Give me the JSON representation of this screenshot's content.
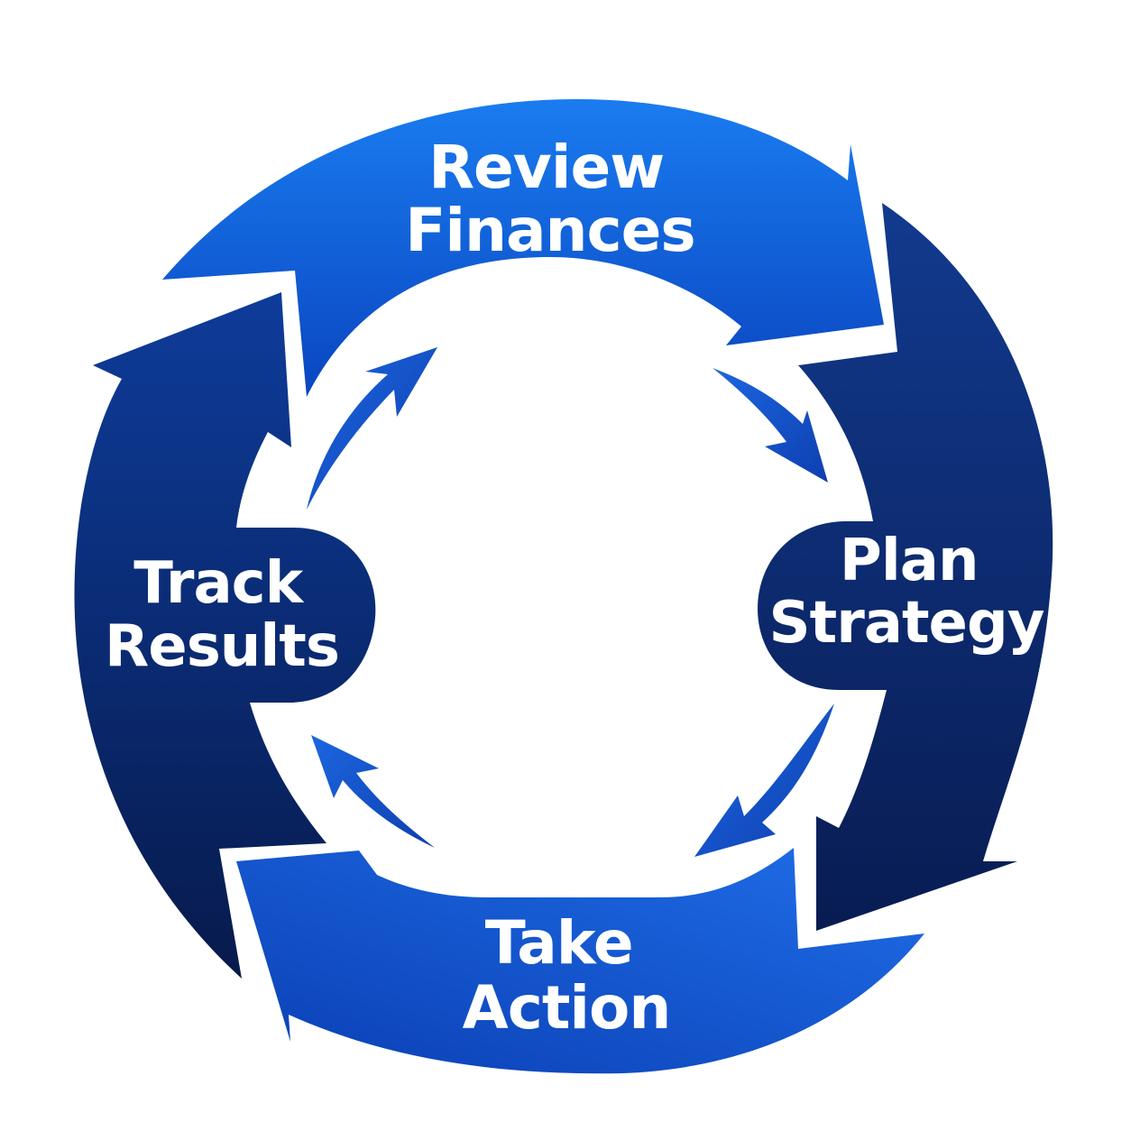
{
  "diagram": {
    "stages": [
      {
        "id": "review",
        "line1": "Review",
        "line2": "Finances"
      },
      {
        "id": "plan",
        "line1": "Plan",
        "line2": "Strategy"
      },
      {
        "id": "action",
        "line1": "Take",
        "line2": "Action"
      },
      {
        "id": "track",
        "line1": "Track",
        "line2": "Results"
      }
    ]
  },
  "colors": {
    "bright_blue": "#1877ec",
    "mid_blue": "#0d50c9",
    "deep_blue": "#0c2a6c",
    "navy": "#081c4d",
    "inner_arrow": "#1652c8",
    "label_text": "#ffffff",
    "background": "#ffffff"
  }
}
